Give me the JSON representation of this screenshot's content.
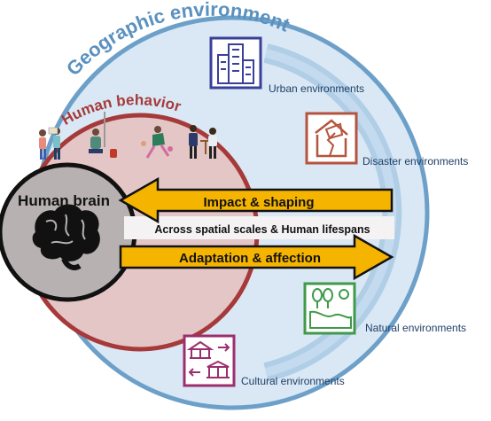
{
  "title": "Geographic environment",
  "human_behavior": "Human behavior",
  "human_brain": "Human brain",
  "arrows": {
    "impact": "Impact & shaping",
    "middle": "Across spatial scales & Human lifespans",
    "adaptation": "Adaptation & affection"
  },
  "environments": {
    "urban": {
      "label": "Urban environments",
      "icon": "city-buildings-icon",
      "color": "#3a3f9a"
    },
    "disaster": {
      "label": "Disaster environments",
      "icon": "collapsed-house-icon",
      "color": "#b5543c"
    },
    "natural": {
      "label": "Natural environments",
      "icon": "tree-river-sun-icon",
      "color": "#3f9a4a"
    },
    "cultural": {
      "label": "Cultural environments",
      "icon": "temple-exchange-icon",
      "color": "#9b2f6e"
    }
  },
  "colors": {
    "outer_ring": "#6da0c8",
    "outer_fill": "#d9e8f4",
    "behavior_ring": "#a63a3a",
    "behavior_fill": "#e4c6c6",
    "brain_fill": "#b8b1b1",
    "arrow": "#f5b400",
    "title": "#5a91bf"
  }
}
